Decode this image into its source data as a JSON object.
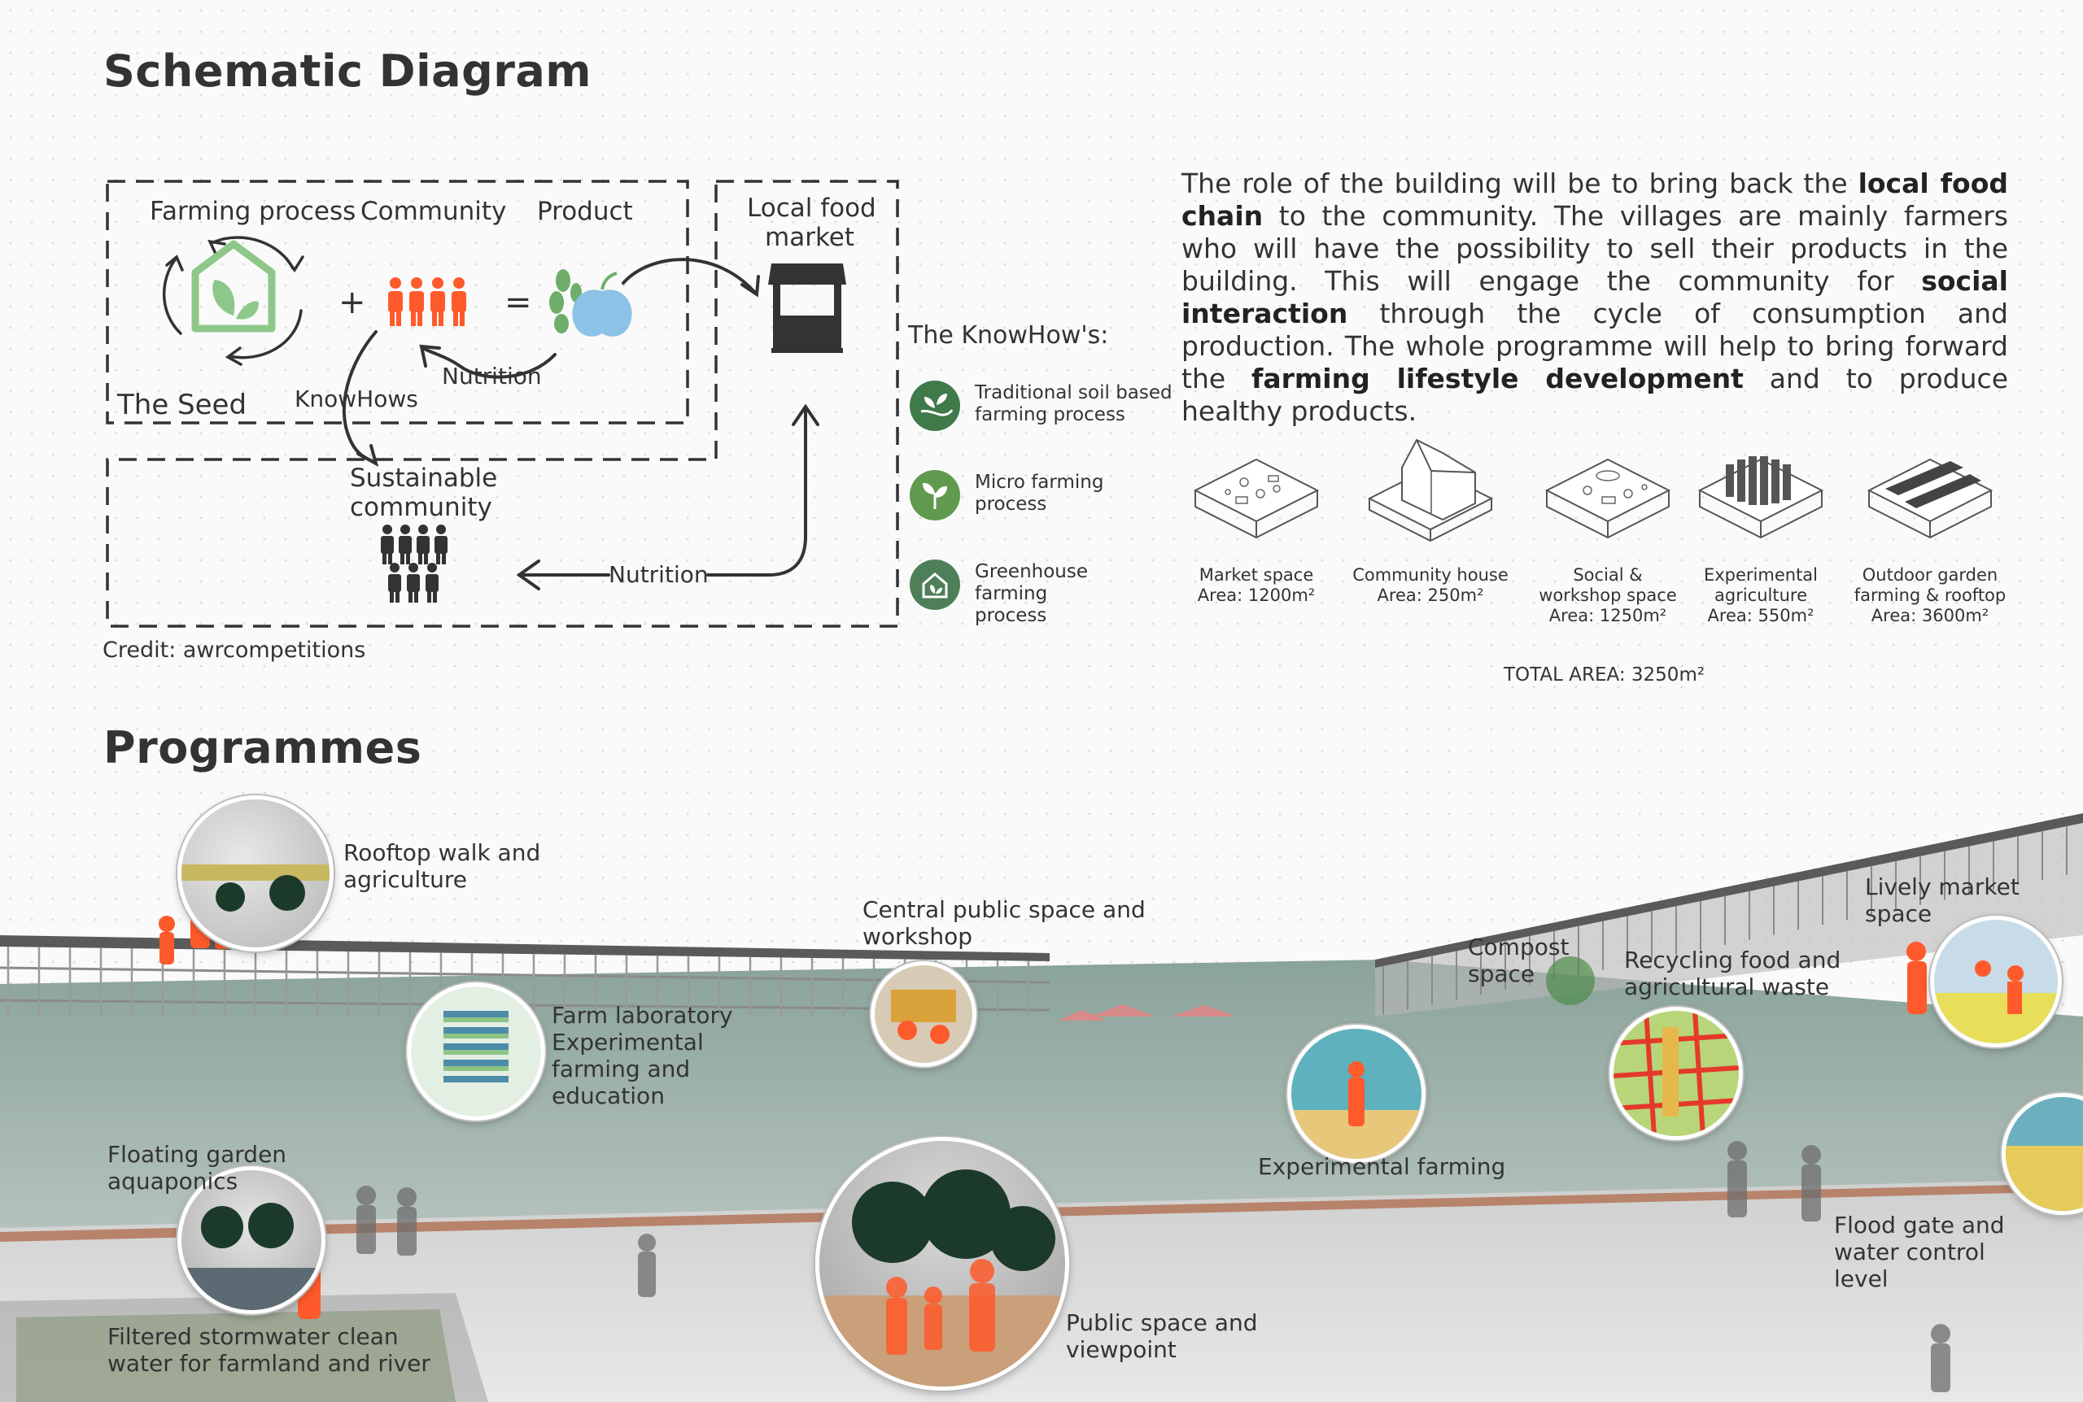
{
  "titles": {
    "schematic": "Schematic Diagram",
    "programmes": "Programmes"
  },
  "schematic": {
    "farming_process": "Farming process",
    "community": "Community",
    "product": "Product",
    "local_food_market": [
      "Local food",
      "market"
    ],
    "the_seed": "The Seed",
    "knowhows": "KnowHows",
    "nutrition_upper": "Nutrition",
    "nutrition_lower": "Nutrition",
    "sustainable_community": [
      "Sustainable",
      "community"
    ],
    "plus": "+",
    "equals": "=",
    "credit": "Credit: awrcompetitions",
    "icons": [
      "greenhouse-icon",
      "people-icon",
      "produce-icon",
      "market-stall-icon"
    ],
    "colors": {
      "accent": "#ff5a2b",
      "green": "#6fae6a",
      "dark": "#333333"
    }
  },
  "knowhows": {
    "title": "The KnowHow's:",
    "items": [
      {
        "lines": [
          "Traditional soil based",
          "farming process"
        ],
        "icon": "soil-hand-icon"
      },
      {
        "lines": [
          "Micro farming",
          "process"
        ],
        "icon": "sprout-icon"
      },
      {
        "lines": [
          "Greenhouse",
          "farming",
          "process"
        ],
        "icon": "greenhouse-icon"
      }
    ]
  },
  "description": {
    "segments": [
      {
        "text": "The role of the building will be to bring back the ",
        "bold": false
      },
      {
        "text": "local food chain",
        "bold": true
      },
      {
        "text": " to the community. The villages are mainly farmers who will have the possibility to sell their products in the building. This will engage the community for ",
        "bold": false
      },
      {
        "text": "social interaction",
        "bold": true
      },
      {
        "text": " through the cycle of consumption and production. The whole programme will help to bring forward the ",
        "bold": false
      },
      {
        "text": "farming lifestyle development",
        "bold": true
      },
      {
        "text": " and to produce healthy products.",
        "bold": false
      }
    ]
  },
  "areas": {
    "items": [
      {
        "lines": [
          "Market space",
          "Area: 1200m²"
        ],
        "icon": "market-block-icon"
      },
      {
        "lines": [
          "Community house",
          "Area: 250m²"
        ],
        "icon": "house-block-icon"
      },
      {
        "lines": [
          "Social &",
          "workshop space",
          "Area: 1250m²"
        ],
        "icon": "workshop-block-icon"
      },
      {
        "lines": [
          "Experimental",
          "agriculture",
          "Area: 550m²"
        ],
        "icon": "agriculture-block-icon"
      },
      {
        "lines": [
          "Outdoor garden",
          "farming & rooftop",
          "Area: 3600m²"
        ],
        "icon": "garden-block-icon"
      }
    ],
    "total": "TOTAL AREA: 3250m²"
  },
  "programmes": {
    "labels": [
      {
        "lines": [
          "Rooftop walk and",
          "agriculture"
        ]
      },
      {
        "lines": [
          "Central public space and",
          "workshop"
        ]
      },
      {
        "lines": [
          "Compost",
          "space"
        ]
      },
      {
        "lines": [
          "Recycling food and",
          "agricultural waste"
        ]
      },
      {
        "lines": [
          "Lively market",
          "space"
        ]
      },
      {
        "lines": [
          "Farm laboratory",
          "Experimental",
          "farming and",
          "education"
        ]
      },
      {
        "lines": [
          "Experimental farming"
        ]
      },
      {
        "lines": [
          "Floating garden",
          "aquaponics"
        ]
      },
      {
        "lines": [
          "Flood gate and",
          "water control",
          "level"
        ]
      },
      {
        "lines": [
          "Filtered stormwater clean",
          "water for farmland and river"
        ]
      },
      {
        "lines": [
          "Public space and",
          "viewpoint"
        ]
      }
    ]
  }
}
